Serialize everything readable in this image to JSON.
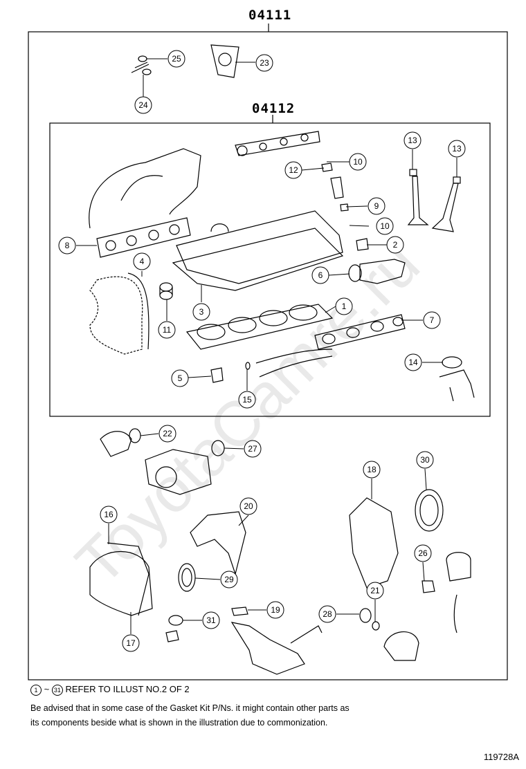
{
  "kit_outer": {
    "code": "04111"
  },
  "kit_inner": {
    "code": "04112"
  },
  "callouts": [
    "1",
    "2",
    "3",
    "4",
    "5",
    "6",
    "7",
    "8",
    "9",
    "10",
    "10",
    "11",
    "12",
    "13",
    "13",
    "14",
    "15",
    "16",
    "17",
    "18",
    "19",
    "20",
    "21",
    "22",
    "23",
    "24",
    "25",
    "26",
    "27",
    "28",
    "29",
    "30",
    "31"
  ],
  "ref_note": {
    "from": "1",
    "tilde": "~",
    "to": "31",
    "text": "REFER TO ILLUST NO.2 OF 2"
  },
  "advisory": {
    "line1": "Be advised that in some case of the Gasket Kit P/Ns.  it might contain other parts as",
    "line2": "its components beside what is shown in the illustration due to commonization."
  },
  "watermark": "ToyotaCamre.ru",
  "figure_id": "119728A"
}
